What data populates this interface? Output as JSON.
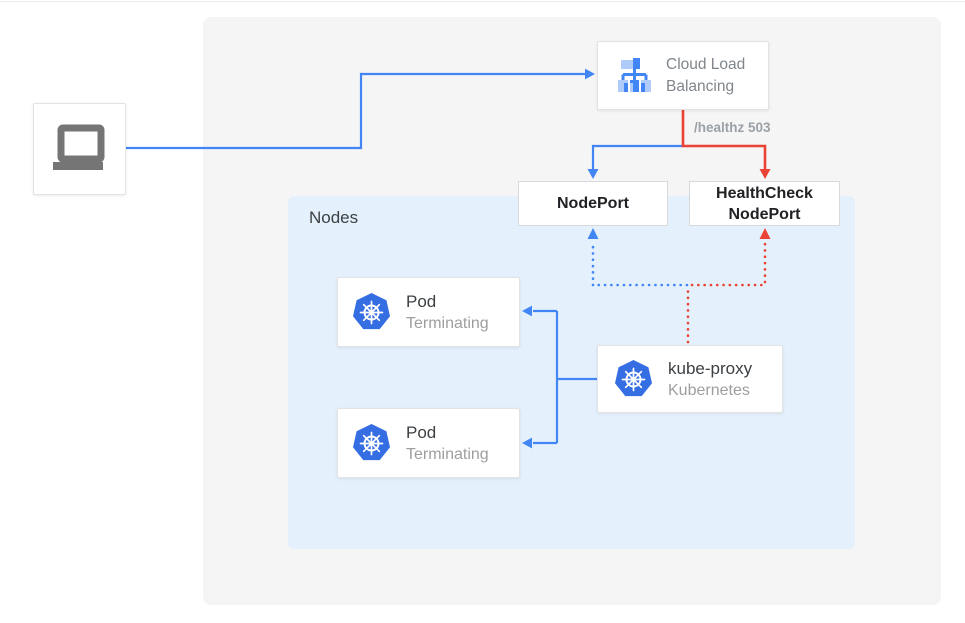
{
  "colors": {
    "blue": "#4285f4",
    "red": "#ea4335",
    "k8s_blue": "#356de3",
    "lb_light": "#aecbfa",
    "nodes_bg": "#e4f1fc",
    "panel_bg": "#f5f5f5",
    "icon_gray": "#757575",
    "text_dark": "#3c4043",
    "text_gray": "#9e9e9e",
    "text_gray2": "#80868b",
    "healthz_gray": "#9aa0a6",
    "label_bold": "#202124"
  },
  "diagram": {
    "client": {
      "icon": "laptop"
    },
    "cloud_load_balancing": {
      "line1": "Cloud Load",
      "line2": "Balancing"
    },
    "healthz_label": "/healthz 503",
    "nodeport": {
      "label": "NodePort"
    },
    "healthcheck_nodeport": {
      "line1": "HealthCheck",
      "line2": "NodePort"
    },
    "nodes_group": {
      "label": "Nodes"
    },
    "pods": [
      {
        "title": "Pod",
        "subtitle": "Terminating"
      },
      {
        "title": "Pod",
        "subtitle": "Terminating"
      }
    ],
    "kube_proxy": {
      "title": "kube-proxy",
      "subtitle": "Kubernetes"
    }
  }
}
